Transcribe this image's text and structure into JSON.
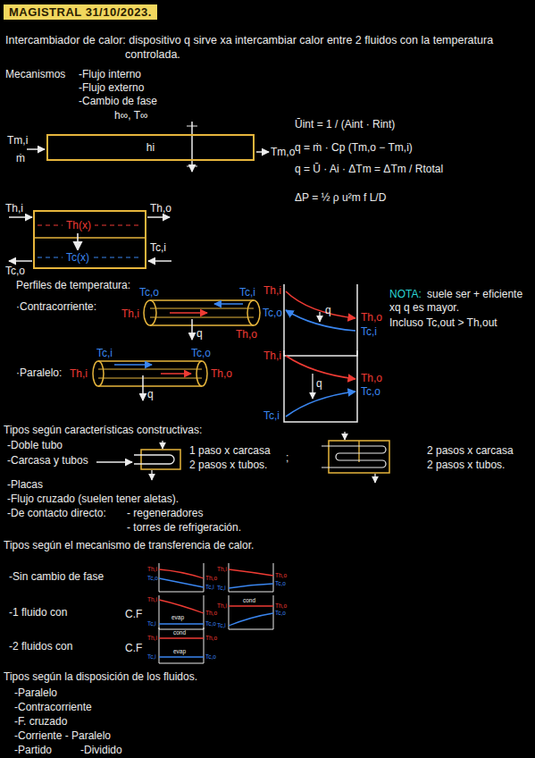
{
  "diagram": {
    "title": "MAGISTRAL 31/10/2023.",
    "nodes": [
      {
        "text": [
          "hi"
        ]
      },
      {
        "text": [
          "Th(x)"
        ]
      },
      {
        "text": [
          "Tc(x)"
        ]
      }
    ],
    "edges": [
      {
        "from": 1,
        "to": 2,
        "arrow": "to"
      }
    ],
    "labels": [
      "Intercambiador de calor: dispositivo q sirve xa intercambiar calor entre 2 fluidos con la temperatura controlada.",
      "Mecanismos",
      "-Flujo interno",
      "-Flujo externo",
      "-Cambio de fase",
      "h∞, T∞",
      "Tm,i",
      "ṁ",
      "Tm,o",
      "Ūint = 1 / (Aint · Rint)",
      "q = ṁ · Cp (Tm,o − Tm,i)",
      "q = Ū · Ai · ΔTm = ΔTm / Rtotal",
      "ΔP = ½ ρ u²m f L/D",
      "Th,i",
      "Th,o",
      "Tc,i",
      "Tc,o",
      "Perfiles de temperatura:",
      "·Contracorriente:",
      "Tc,o",
      "Tc,i",
      "Th,i",
      "q",
      "Th,o",
      "Th,i",
      "Tc,o",
      "q",
      "Th,o",
      "Tc,i",
      "NOTA:",
      "suele ser + eficiente xq q es mayor.",
      "Incluso Tc,out > Th,out",
      "·Paralelo:",
      "Tc,i",
      "Tc,o",
      "Th,i",
      "q",
      "Th,o",
      "Th,i",
      "Tc,i",
      "q",
      "Th,o",
      "Tc,o",
      "Tipos según características constructivas:",
      "-Doble tubo",
      "-Carcasa y tubos",
      "1 paso x carcasa",
      "2 pasos x tubos.",
      ";",
      "2 pasos x carcasa",
      "2 pasos x tubos.",
      "-Placas",
      "-Flujo cruzado (suelen tener aletas).",
      "-De contacto directo:",
      "- regeneradores",
      "- torres de refrigeración.",
      "Tipos según el mecanismo de transferencia de calor.",
      "-Sin cambio de fase",
      "Th,i",
      "Th,o",
      "Tc,o",
      "Tc,i",
      "Th,i",
      "Th,o",
      "Tc,i",
      "Tc,o",
      "-1 fluido con",
      "C.F",
      "Th,i",
      "Th,o",
      "Tc,i",
      "Tc,o",
      "evap",
      "cond",
      "Th,i",
      "Th,o",
      "Tc,i",
      "Tc,o",
      "-2 fluidos con",
      "C.F",
      "cond",
      "Th,i",
      "Th,o",
      "evap",
      "Tc,i",
      "Tc,o",
      "Tipos según la disposición de los fluidos.",
      "-Paralelo",
      "-Contracorriente",
      "-F. cruzado",
      "-Corriente - Paralelo",
      "-Partido",
      "-Dividido"
    ]
  }
}
